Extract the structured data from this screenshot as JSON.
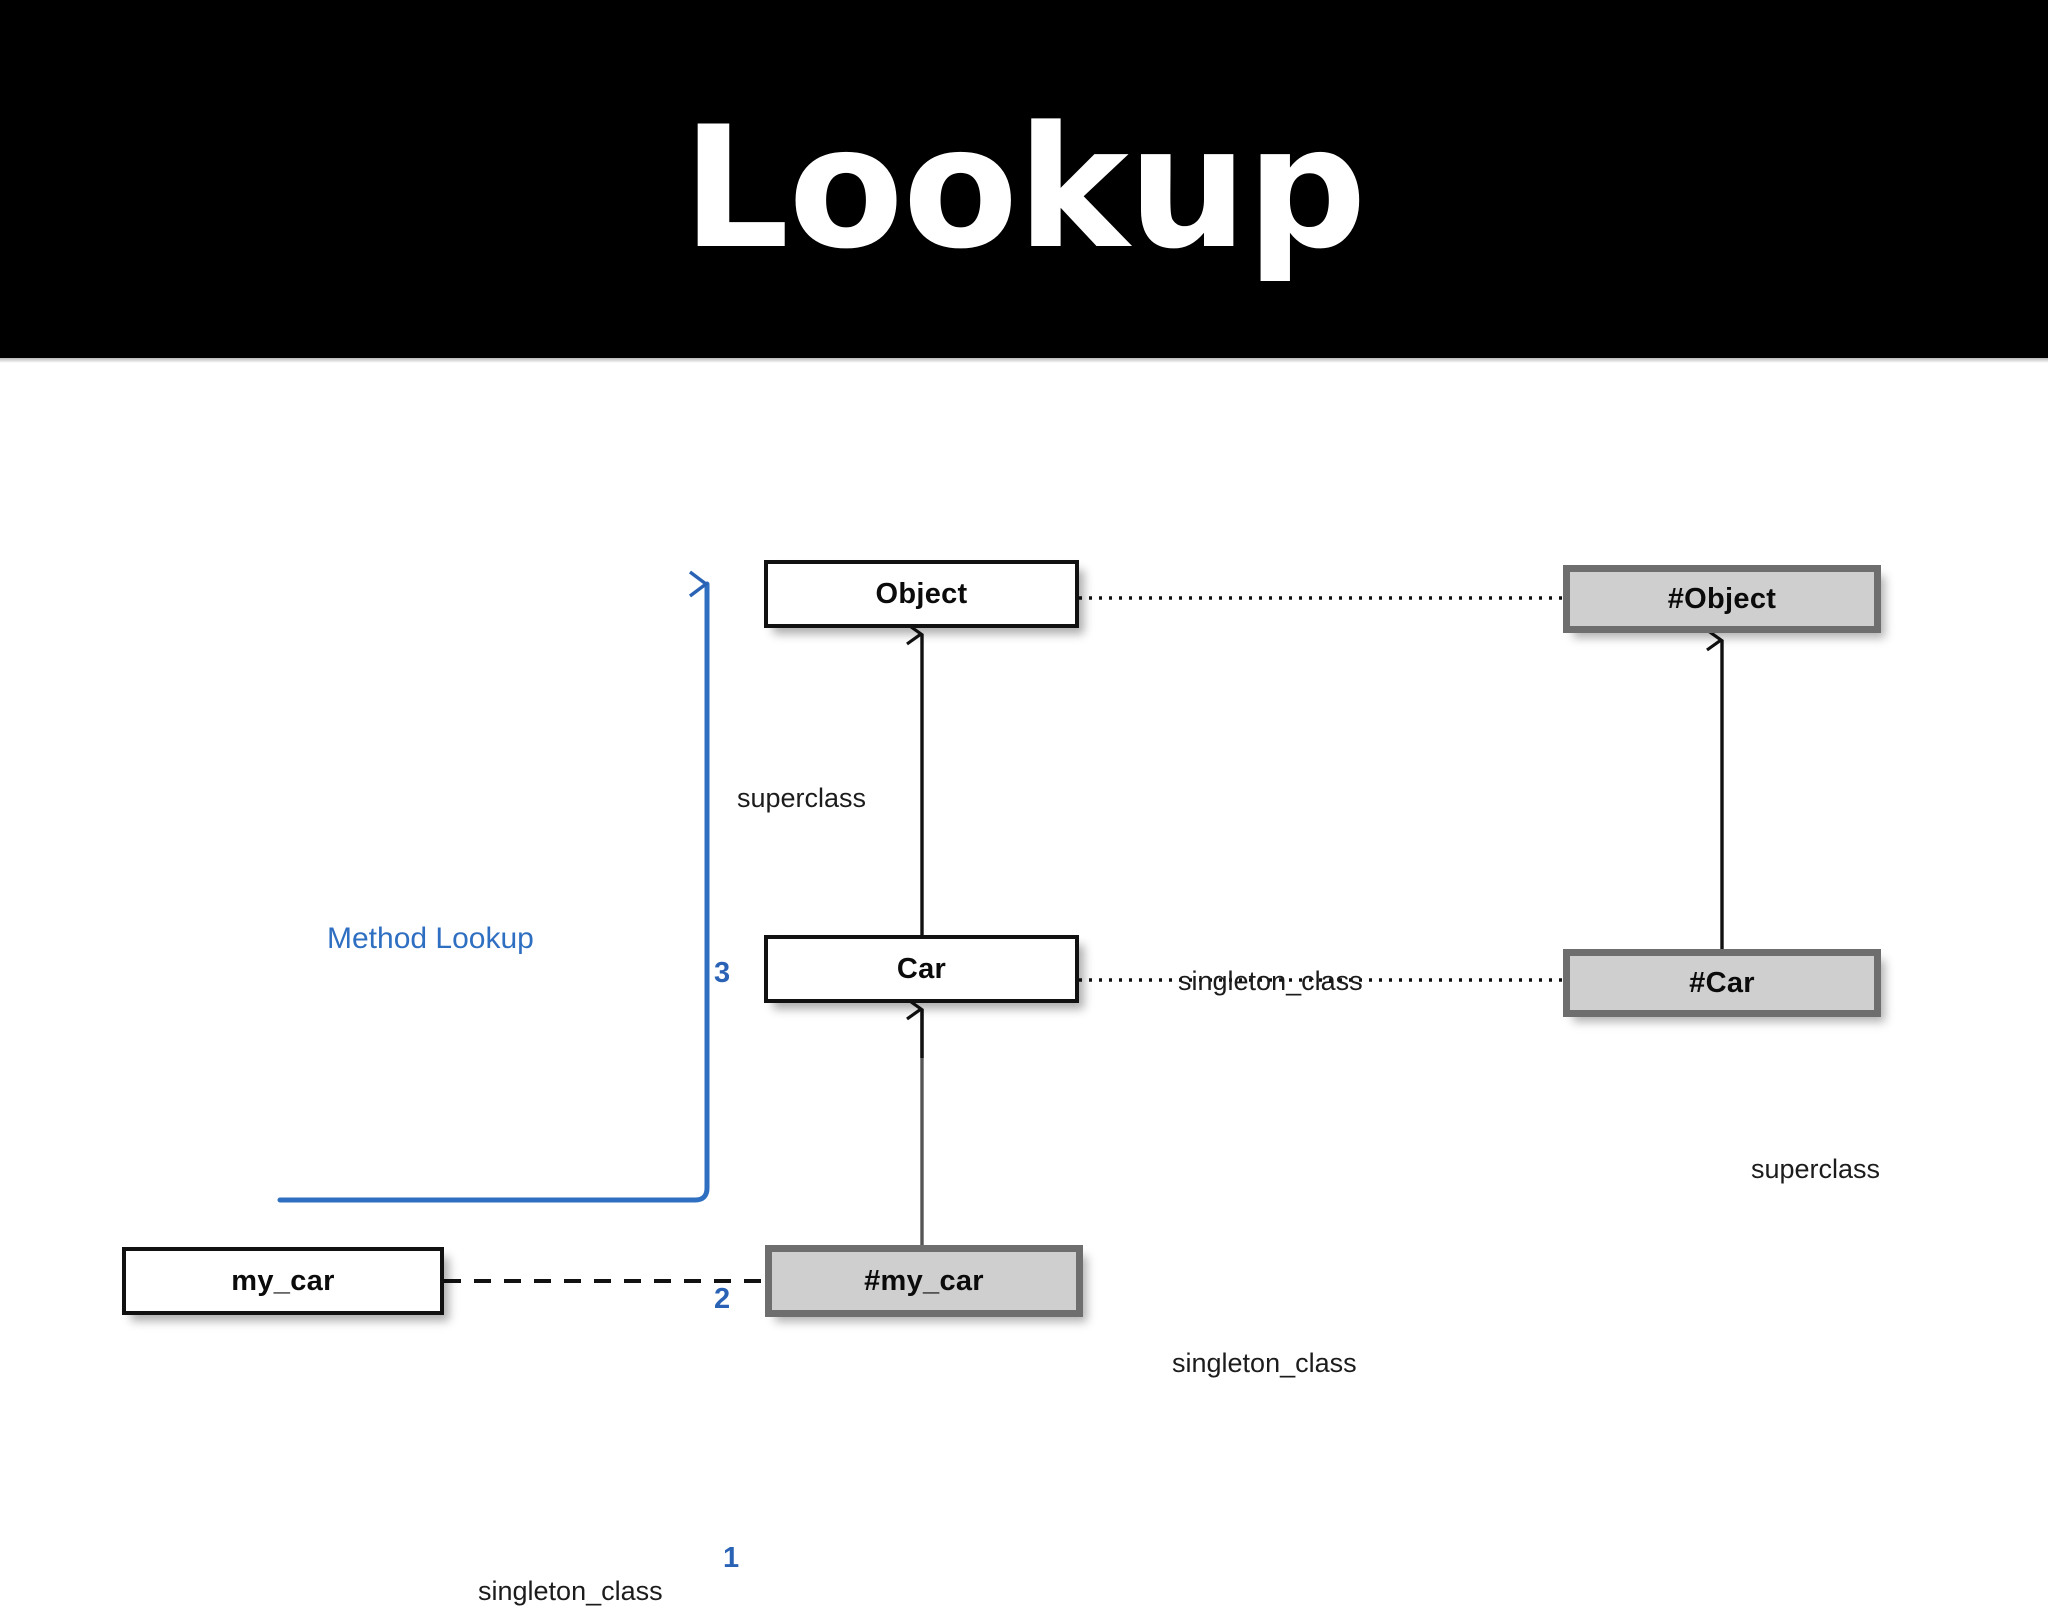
{
  "slide": {
    "title": "Lookup",
    "banner_bg": "#000000",
    "banner_fg": "#ffffff",
    "canvas_bg": "#ffffff"
  },
  "diagram": {
    "type": "object-model-lookup",
    "accent_color": "#2f6fc2",
    "box_fill_plain": "#ffffff",
    "box_fill_meta": "#cfcfcf",
    "box_border_plain": "#111111",
    "box_border_meta": "#6e6e6e",
    "nodes": [
      {
        "id": "object",
        "label": "Object",
        "kind": "class",
        "style": "plain"
      },
      {
        "id": "car",
        "label": "Car",
        "kind": "class",
        "style": "plain"
      },
      {
        "id": "my_car",
        "label": "my_car",
        "kind": "instance",
        "style": "plain"
      },
      {
        "id": "hash_object",
        "label": "#Object",
        "kind": "singleton-class",
        "style": "meta"
      },
      {
        "id": "hash_car",
        "label": "#Car",
        "kind": "singleton-class",
        "style": "meta"
      },
      {
        "id": "hash_my_car",
        "label": "#my_car",
        "kind": "singleton-class",
        "style": "meta"
      }
    ],
    "edges": [
      {
        "from": "object",
        "to": "hash_object",
        "label": "singleton_class",
        "line": "dotted"
      },
      {
        "from": "car",
        "to": "hash_car",
        "label": "singleton_class",
        "line": "dotted"
      },
      {
        "from": "my_car",
        "to": "hash_my_car",
        "label": "singleton_class",
        "line": "dashed"
      },
      {
        "from": "car",
        "to": "object",
        "label": "superclass",
        "line": "solid-arrow"
      },
      {
        "from": "hash_car",
        "to": "hash_object",
        "label": "superclass",
        "line": "solid-arrow"
      },
      {
        "from": "hash_my_car",
        "to": "car",
        "label": "",
        "line": "solid-arrow"
      }
    ],
    "labels": {
      "singleton_class": "singleton_class",
      "superclass": "superclass",
      "method_lookup": "Method Lookup"
    },
    "lookup_steps": [
      {
        "num": "1",
        "at": "my_car singleton class"
      },
      {
        "num": "2",
        "at": "Car"
      },
      {
        "num": "3",
        "at": "Object"
      }
    ]
  }
}
